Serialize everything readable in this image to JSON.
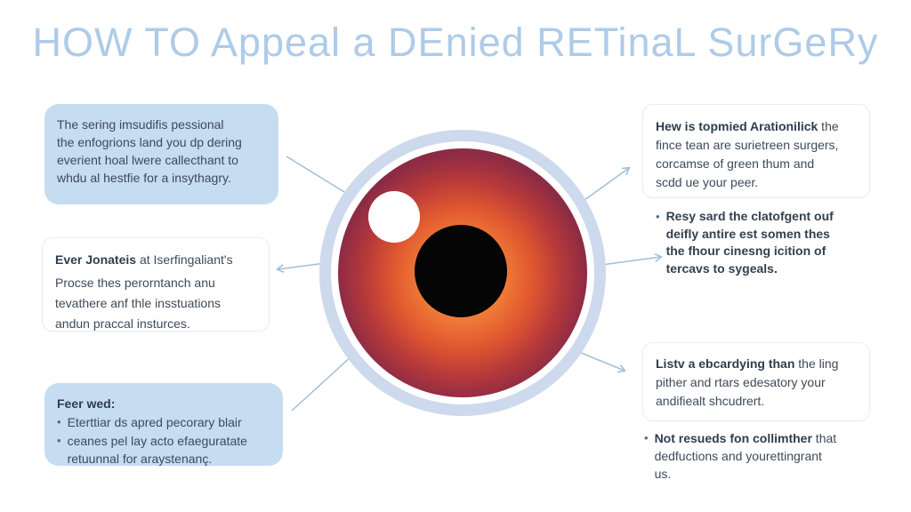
{
  "title": "HOW TO Appeal a DEnied RETinaL SurGeRy",
  "bullet_char": "•",
  "colors": {
    "background": "#ffffff",
    "title_text": "#aecbe8",
    "box_blue": "#c6dcf1",
    "body_text": "#3d4a59",
    "arrow": "#9fc0d8",
    "eye_outer_ring": "#cdd9ec",
    "iris_center": "#f6924a",
    "iris_edge": "#8c2b45",
    "pupil": "#050505",
    "highlight": "#ffffff"
  },
  "left": {
    "box1": {
      "lines": [
        "The sering imsudifis pessional",
        "the enfogrions land you dp dering",
        "everient hoal lwere callecthant to",
        "whdu al hestfie for a insythagry."
      ]
    },
    "box2": {
      "lead_bold": "Ever Jonateis",
      "lead_rest": " at Iserfingaliant's",
      "lines": [
        "Procse thes perorntanch anu",
        "tevathere anf thle insstuations",
        "andun praccal insturces."
      ]
    },
    "box3": {
      "heading": "Feer wed:",
      "bullets": [
        "Eterttiar ds apred pecorary blair",
        "ceanes pel lay acto efaeguratate retuunnal for araystenanç."
      ]
    }
  },
  "right": {
    "box1": {
      "lead_bold": "Hew is topmied Arationilick",
      "lead_rest": " the",
      "lines": [
        "fince tean are surietreen surgers,",
        "corcamse of green thum and",
        "scdd ue your peer."
      ]
    },
    "bullet1": {
      "lines": [
        "Resy sard the clatofgent ouf",
        "deifly antire est somen thes",
        "the fhour cinesng icition of",
        "tercavs to sygeals."
      ]
    },
    "box2": {
      "lead_bold": "Listv a ebcardying than",
      "lead_rest": " the ling",
      "lines": [
        "pither and rtars edesatory your",
        "andifiealt shcudrert."
      ]
    },
    "bullet2": {
      "lead_bold": "Not resueds fon collimther",
      "lead_rest": " that",
      "lines": [
        "dedfuctions and yourettingrant",
        "us."
      ]
    }
  }
}
